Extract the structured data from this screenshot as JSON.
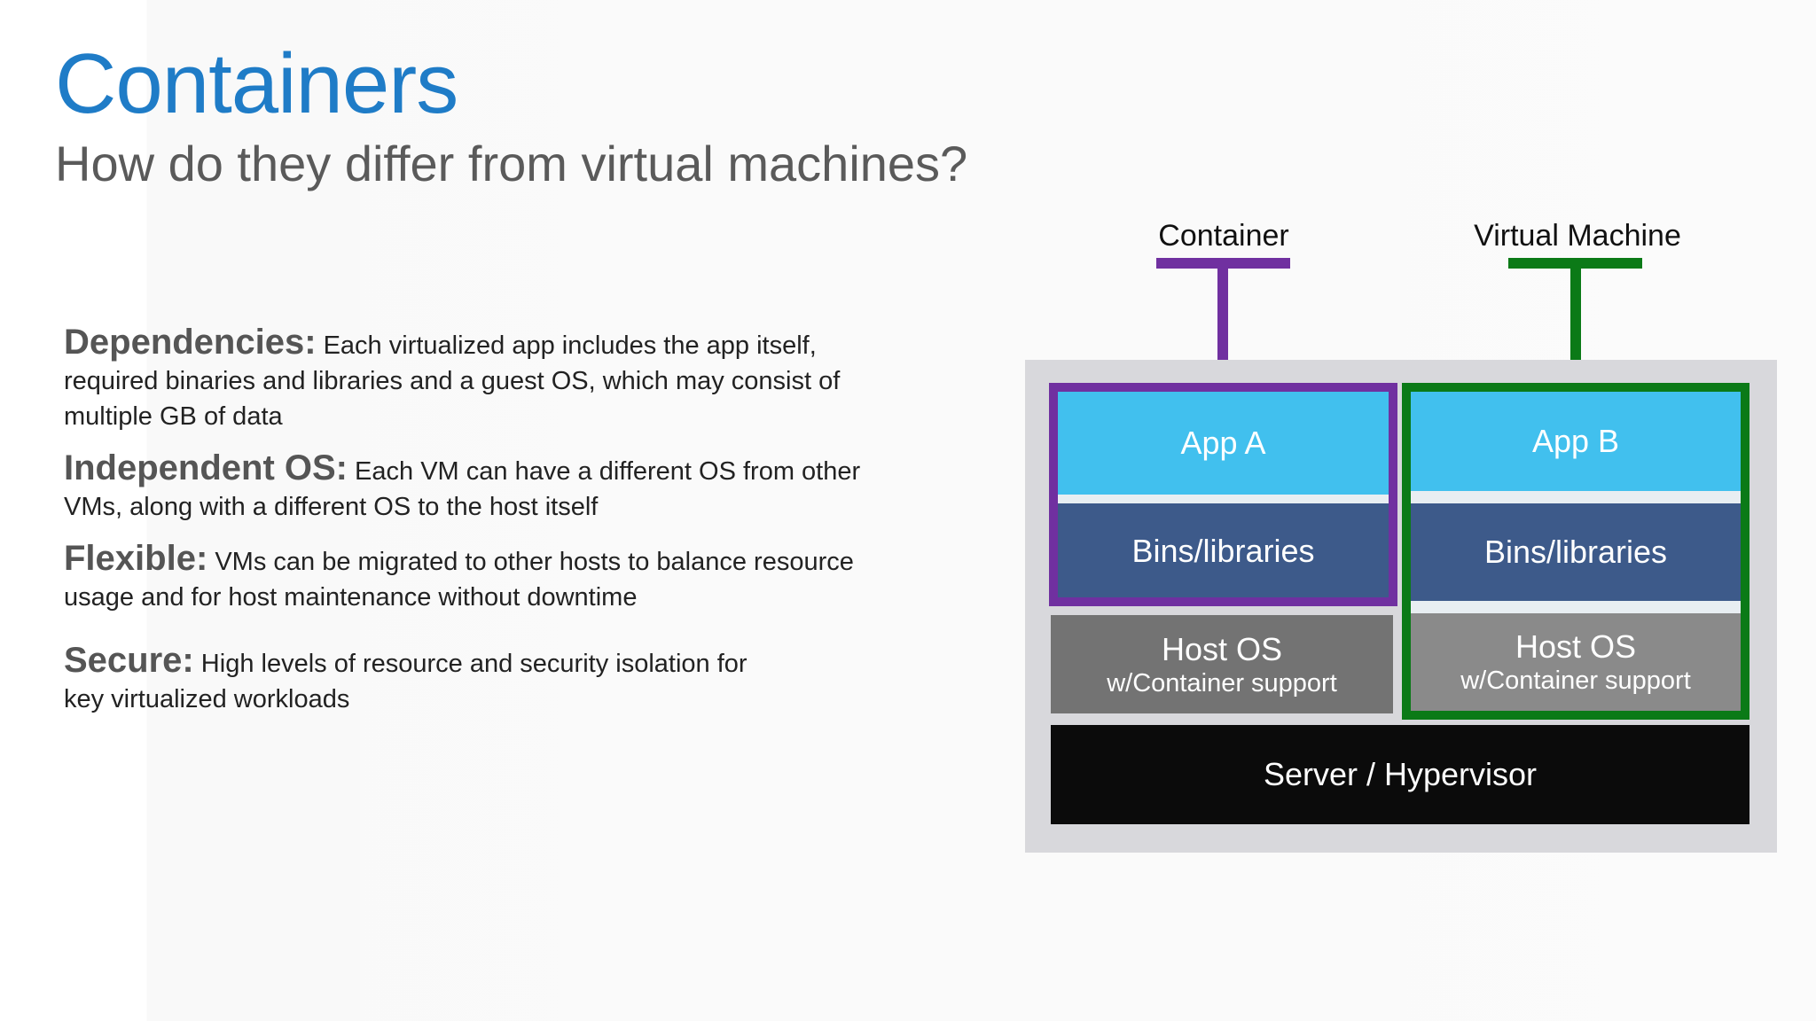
{
  "slide": {
    "title": "Containers",
    "subtitle": "How do they differ from virtual machines?"
  },
  "bullets": [
    {
      "term": "Dependencies:",
      "text": " Each virtualized app includes the app itself, required binaries and libraries and a guest OS, which may consist of multiple GB of data"
    },
    {
      "term": "Independent OS:",
      "text": " Each VM can have a different OS from other VMs, along with a different OS to the host itself"
    },
    {
      "term": "Flexible:",
      "text": " VMs can be migrated to other hosts to balance resource usage and for host maintenance without downtime"
    },
    {
      "term": "Secure:",
      "text": " High levels of resource and security isolation for key virtualized workloads"
    }
  ],
  "diagram": {
    "container_label": "Container",
    "vm_label": "Virtual Machine",
    "container": {
      "app": "App A",
      "bins": "Bins/libraries",
      "host_os": "Host OS",
      "host_os_sub": "w/Container support"
    },
    "vm": {
      "app": "App B",
      "bins": "Bins/libraries",
      "host_os": "Host OS",
      "host_os_sub": "w/Container support"
    },
    "server": "Server / Hypervisor"
  },
  "colors": {
    "title": "#1f7cc7",
    "container_outline": "#7030a0",
    "vm_outline": "#0b7a17",
    "app": "#41c0ee",
    "bins": "#3d5a8a",
    "server": "#0b0b0b"
  }
}
